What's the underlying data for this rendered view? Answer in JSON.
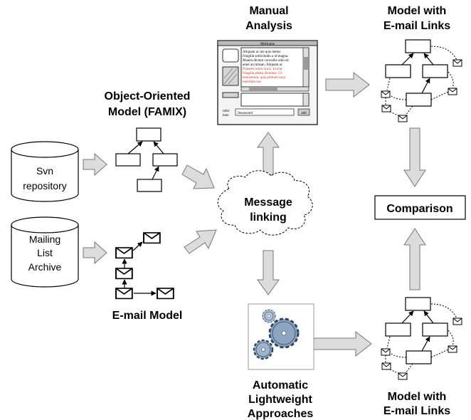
{
  "labels": {
    "manual_analysis": [
      "Manual",
      "Analysis"
    ],
    "model_links_top": [
      "Model with",
      "E-mail Links"
    ],
    "oo_model": [
      "Object-Oriented",
      "Model (FAMIX)"
    ],
    "svn": [
      "Svn",
      "repository"
    ],
    "mailing": [
      "Mailing",
      "List",
      "Archive"
    ],
    "message_linking": [
      "Message",
      "linking"
    ],
    "comparison": "Comparison",
    "email_model": "E-mail Model",
    "automatic": [
      "Automatic",
      "Lightweight",
      "Approaches"
    ],
    "model_links_bottom": [
      "Model with",
      "E-mail Links"
    ]
  },
  "window_mock": {
    "title": "Miltframe",
    "text_lines": [
      "Aliquam ac leo quis metus",
      "fringilla sollicitudin a id magna.",
      "Mauris dictum convallis odio sit",
      "amet accumsan. Aliquam ac"
    ],
    "red_lines": [
      "Praesent enim tincis. In erat",
      "fringilla platea dictumst. Ut",
      "elementum, quis pretium urna",
      "interdum nec."
    ],
    "field_label": "refer",
    "field_label2": "tone",
    "field_value": "Imeasured",
    "button_label": "add"
  },
  "colors": {
    "arrow_fill": "#dcdcdc",
    "gear_fill": "#8ea5c2",
    "gear_fill_small": "#b6c4d6",
    "window_red_text": "#c0392b"
  },
  "icons": [
    "email-envelope-icon",
    "gear-icon"
  ]
}
